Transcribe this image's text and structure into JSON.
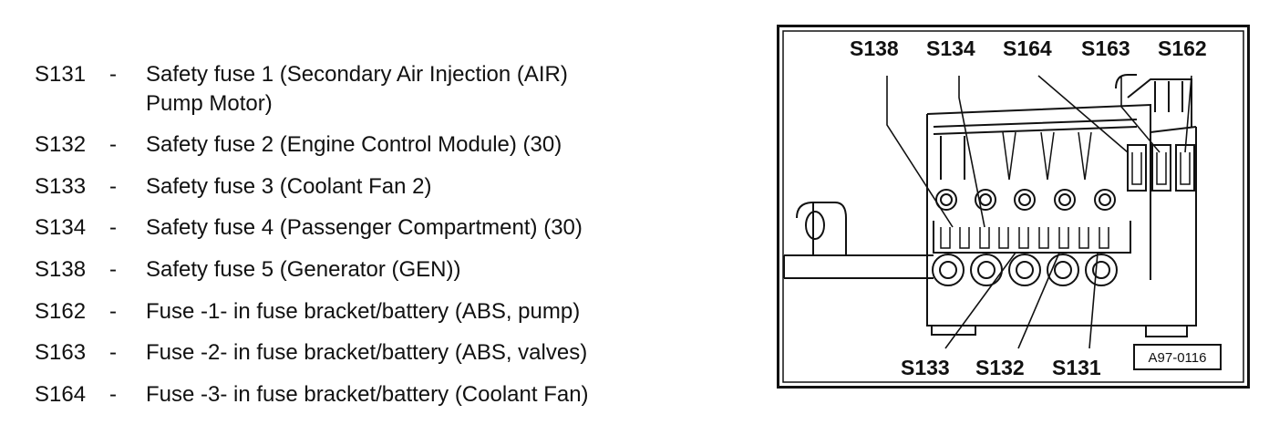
{
  "legend": [
    {
      "code": "S131",
      "dash": "-",
      "desc": [
        "Safety fuse 1 (Secondary Air Injection (AIR)",
        "Pump Motor)"
      ]
    },
    {
      "code": "S132",
      "dash": "-",
      "desc": [
        "Safety fuse 2 (Engine Control Module) (30)"
      ]
    },
    {
      "code": "S133",
      "dash": "-",
      "desc": [
        "Safety fuse 3 (Coolant Fan 2)"
      ]
    },
    {
      "code": "S134",
      "dash": "-",
      "desc": [
        "Safety fuse 4 (Passenger Compartment) (30)"
      ]
    },
    {
      "code": "S138",
      "dash": "-",
      "desc": [
        "Safety fuse 5 (Generator (GEN))"
      ]
    },
    {
      "code": "S162",
      "dash": "-",
      "desc": [
        "Fuse -1- in fuse bracket/battery (ABS, pump)"
      ]
    },
    {
      "code": "S163",
      "dash": "-",
      "desc": [
        "Fuse -2- in fuse bracket/battery (ABS, valves)"
      ]
    },
    {
      "code": "S164",
      "dash": "-",
      "desc": [
        "Fuse -3- in fuse bracket/battery (Coolant Fan)"
      ]
    }
  ],
  "diagram": {
    "top_labels": [
      "S138",
      "S134",
      "S164",
      "S163",
      "S162"
    ],
    "bottom_labels": [
      "S133",
      "S132",
      "S131"
    ],
    "figure_id": "A97-0116"
  }
}
